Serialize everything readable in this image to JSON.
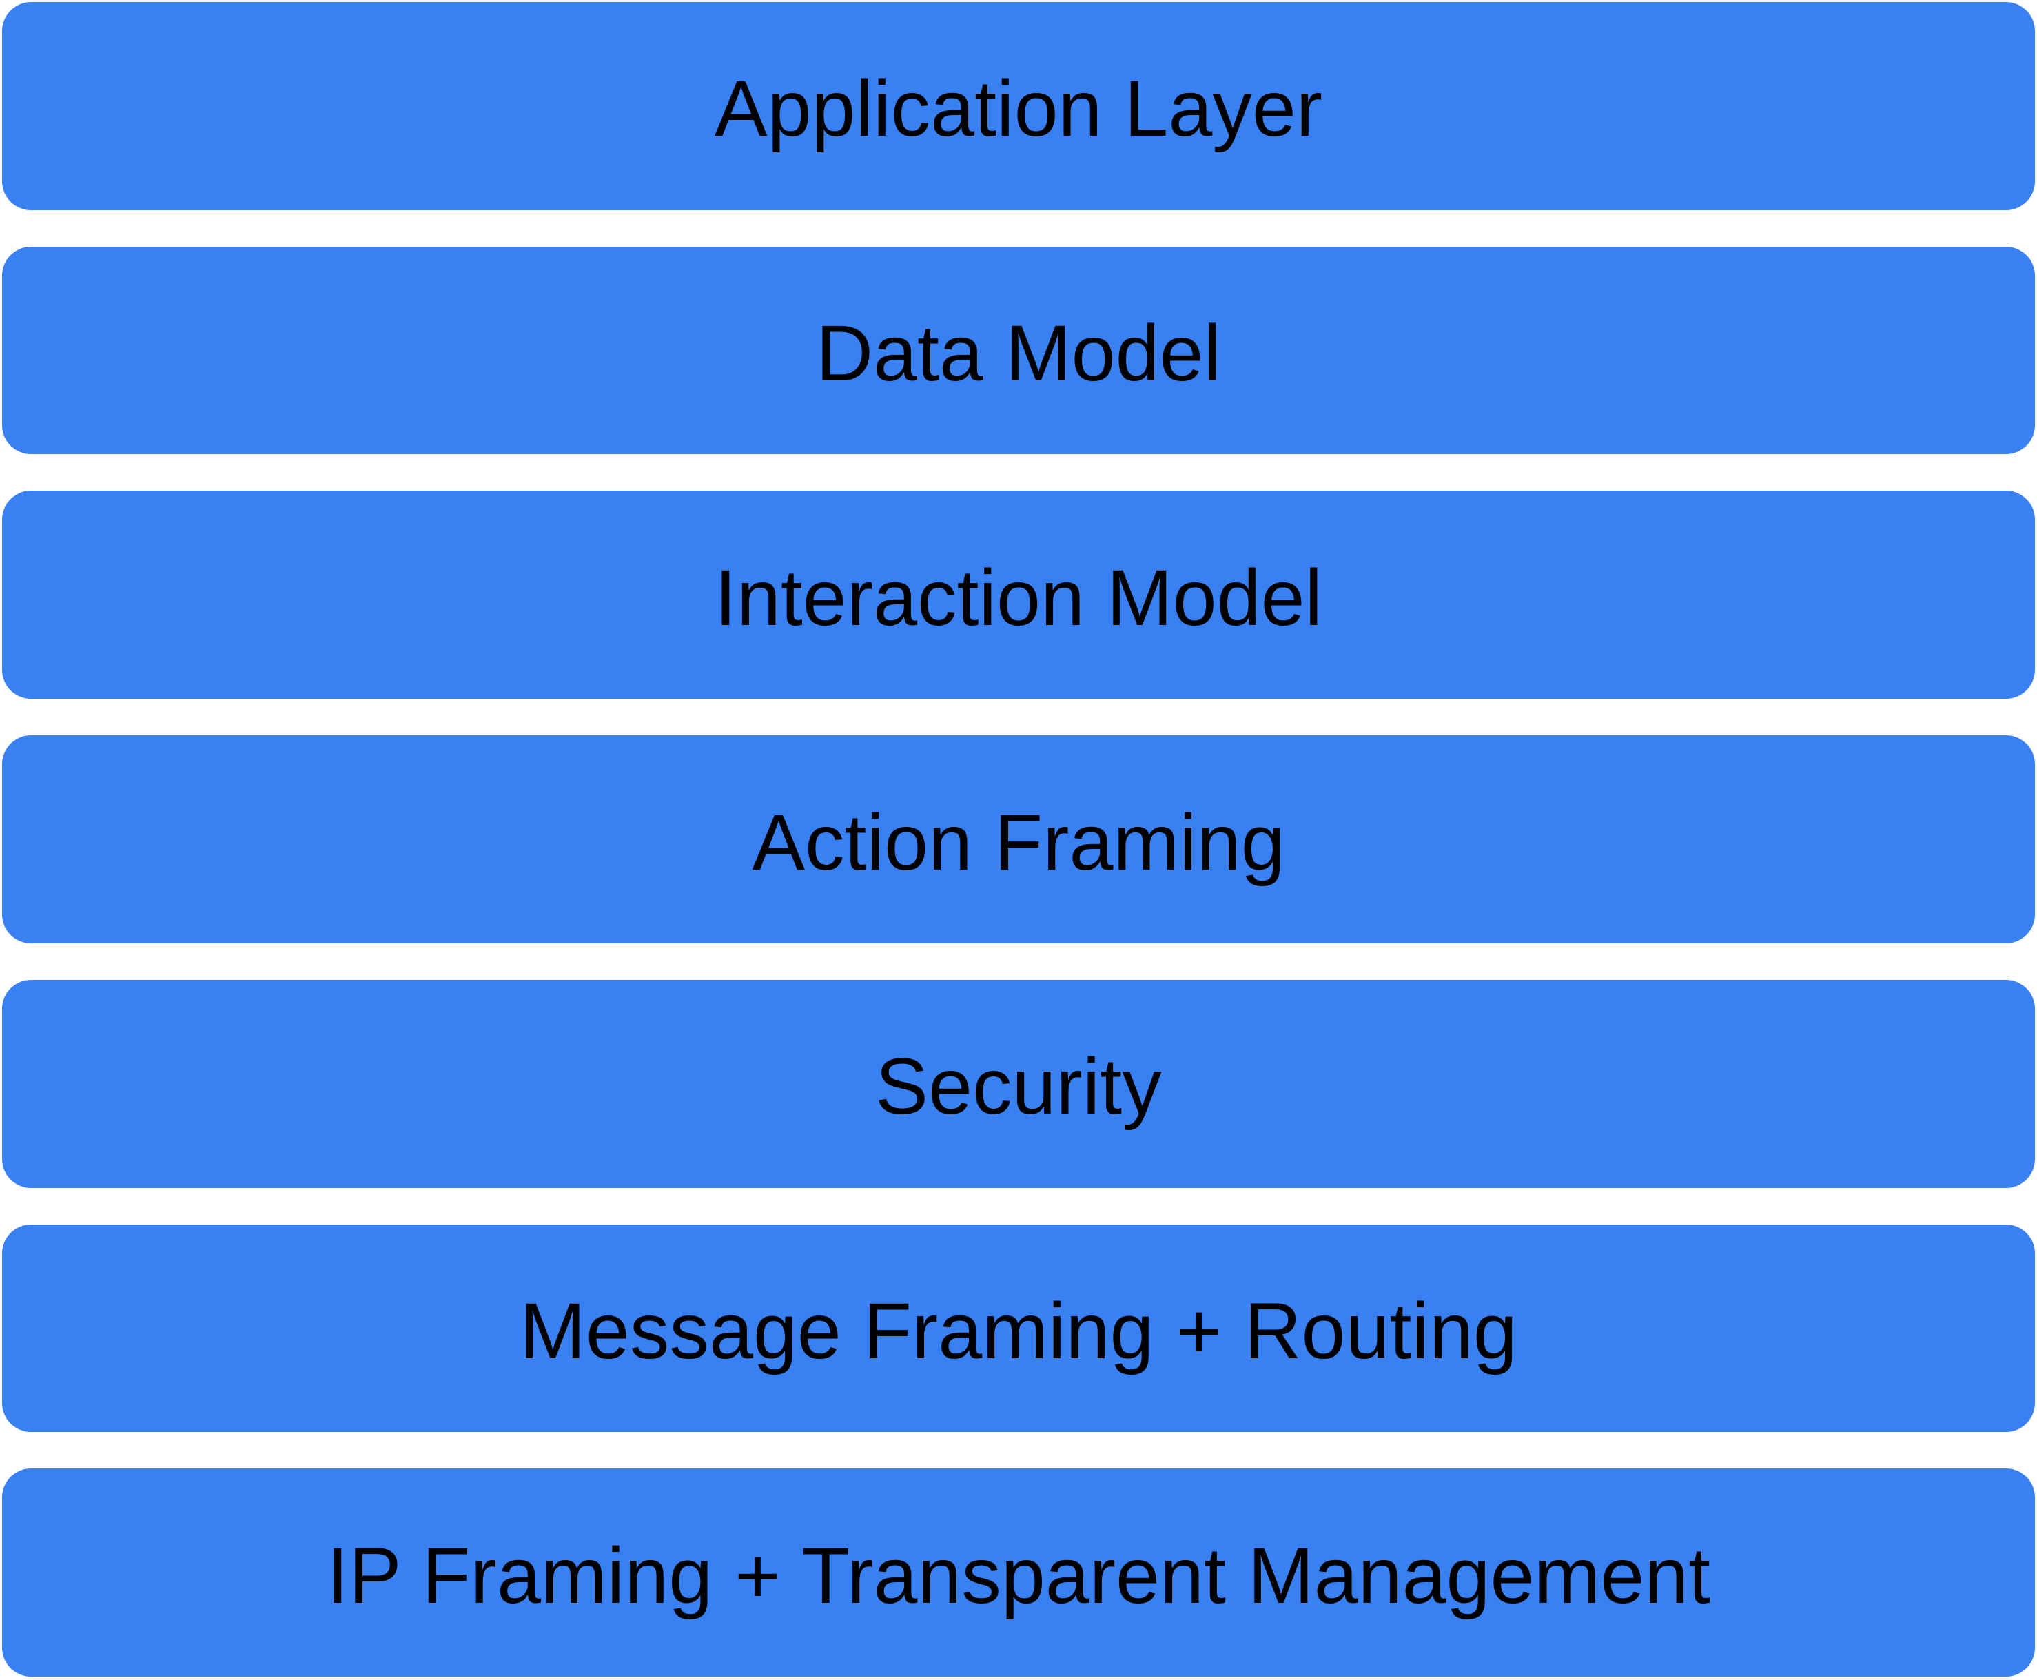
{
  "colors": {
    "box_fill": "#3980F2",
    "label_text": "#000000",
    "background": "#FFFFFF"
  },
  "layers": [
    "Application Layer",
    "Data Model",
    "Interaction Model",
    "Action Framing",
    "Security",
    "Message Framing + Routing",
    "IP Framing + Transparent Management"
  ]
}
